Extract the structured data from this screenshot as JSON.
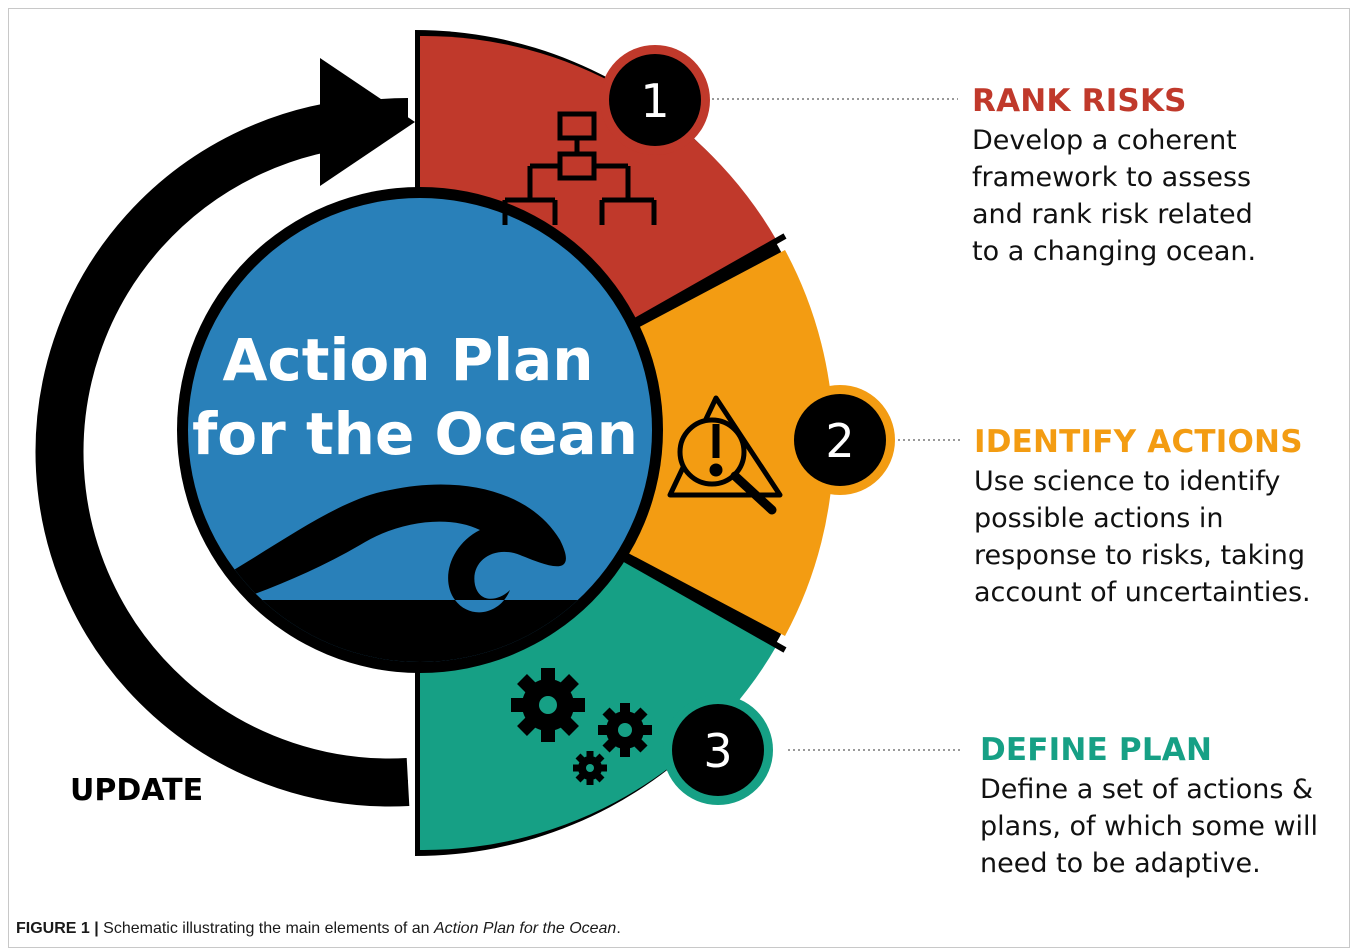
{
  "center": {
    "title_line1": "Action Plan",
    "title_line2": "for the Ocean"
  },
  "update_label": "UPDATE",
  "steps": [
    {
      "number": "1",
      "title": "RANK RISKS",
      "description": "Develop a coherent framework to assess and rank risk related to a changing ocean.",
      "lines": [
        "Develop a coherent",
        "framework to assess",
        "and rank risk related",
        "to a changing ocean."
      ],
      "color": "#c0392b",
      "icon": "hierarchy-icon"
    },
    {
      "number": "2",
      "title": "IDENTIFY ACTIONS",
      "description": "Use science to identify possible actions in response to risks, taking account of uncertainties.",
      "lines": [
        "Use science to identify",
        "possible actions in",
        "response to risks, taking",
        "account of uncertainties."
      ],
      "color": "#f39c12",
      "icon": "warning-magnifier-icon"
    },
    {
      "number": "3",
      "title": "DEFINE PLAN",
      "description": "Define a set of actions & plans, of which some will need to be adaptive.",
      "lines": [
        "Define a set of actions &",
        "plans, of which some will",
        "need to be adaptive."
      ],
      "color": "#16a085",
      "icon": "gears-icon"
    }
  ],
  "caption": {
    "label": "FIGURE 1 |",
    "text": " Schematic illustrating the main elements of an ",
    "emphasis": "Action Plan for the Ocean",
    "end": "."
  },
  "colors": {
    "ocean_blue": "#2980b9",
    "black": "#000000"
  }
}
